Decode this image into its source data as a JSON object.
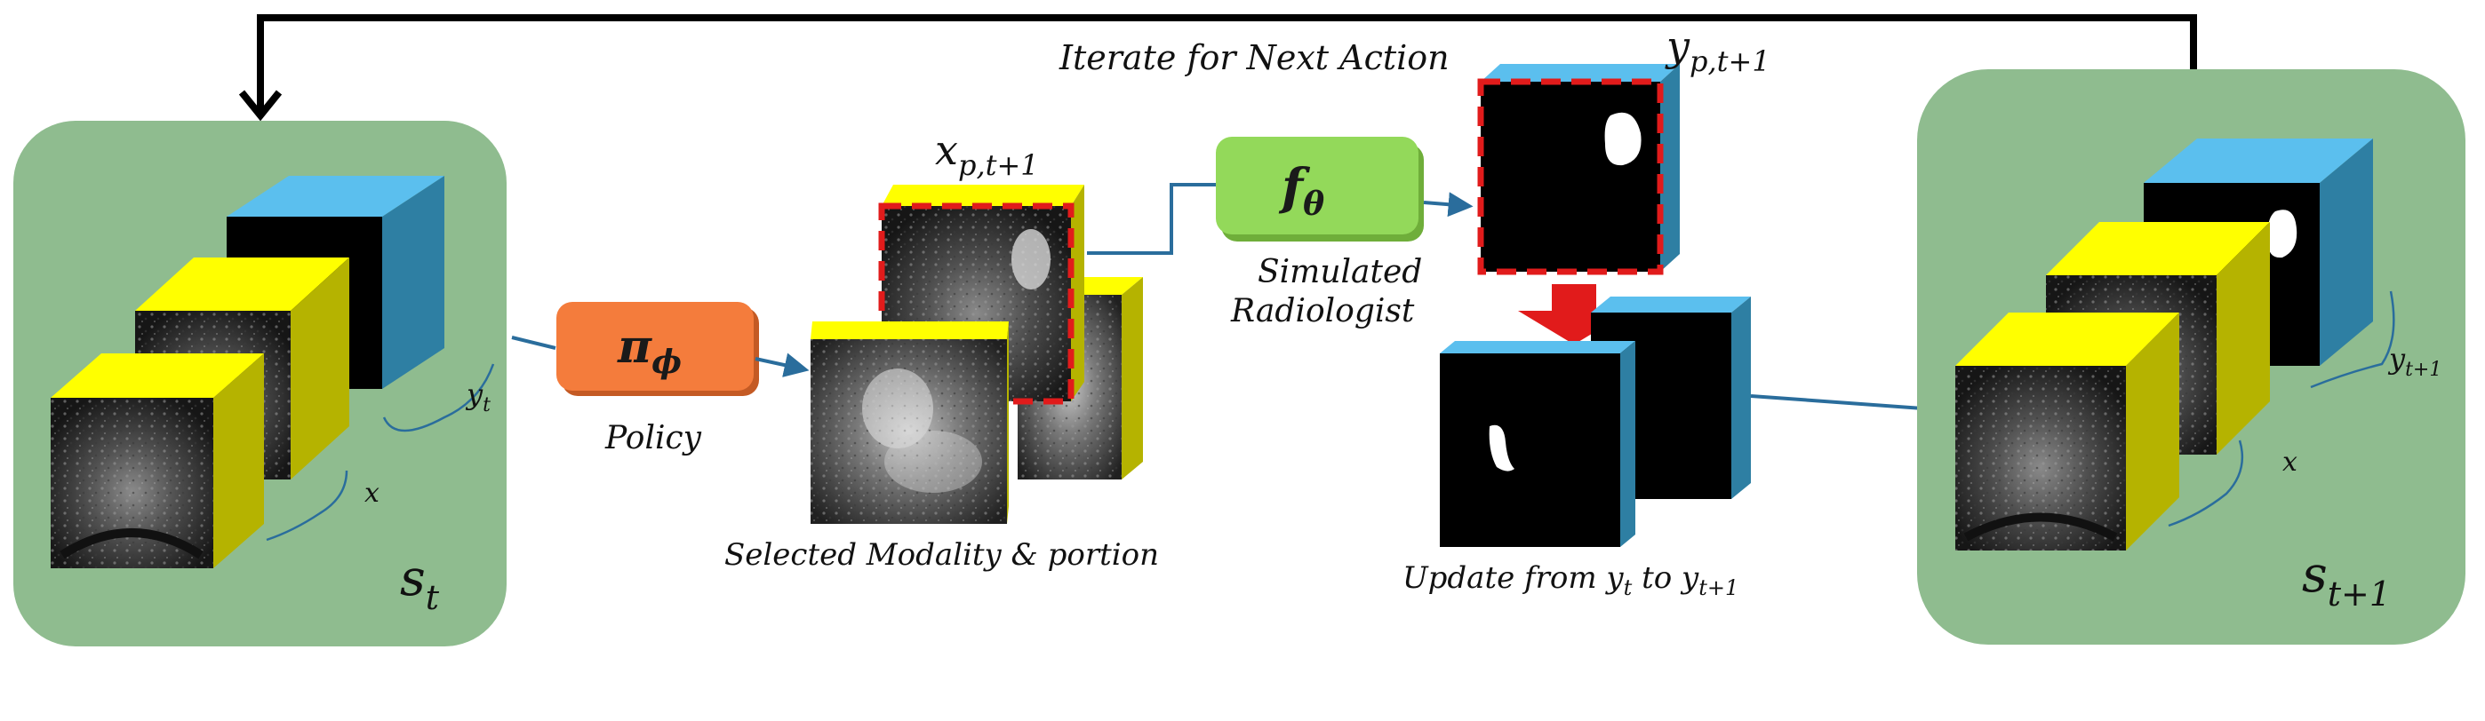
{
  "labels": {
    "iterate": "Iterate for Next Action",
    "policy": "Policy",
    "selected": "Selected Modality & portion",
    "simulated_line1": "Simulated",
    "simulated_line2": "Radiologist",
    "update_prefix": "Update from ",
    "update_mid": " to ",
    "update_y": "y",
    "update_sub_t": "t",
    "update_sub_t1": "t+1"
  },
  "symbols": {
    "policy_main": "π",
    "policy_sub": "ϕ",
    "f_main": "f",
    "f_sub": "θ",
    "s_main": "s",
    "s_left_sub": "t",
    "s_right_sub": "t+1",
    "x_main": "x",
    "x_sub": "p,t+1",
    "y_main": "y",
    "y_sub": "p,t+1",
    "yt_main": "y",
    "yt_sub": "t",
    "yt1_main": "y",
    "yt1_sub": "t+1",
    "x_brace": "x"
  },
  "colors": {
    "state_bg": "#8fbc8f",
    "policy_box": "#f47c3c",
    "f_box": "#93d95a",
    "yellow": "#ffff00",
    "yellow_side": "#b5b300",
    "blue": "#5bbfee",
    "blue_side": "#2e7fa3",
    "arrow": "#2a6d9c",
    "red": "#e11b1b"
  }
}
